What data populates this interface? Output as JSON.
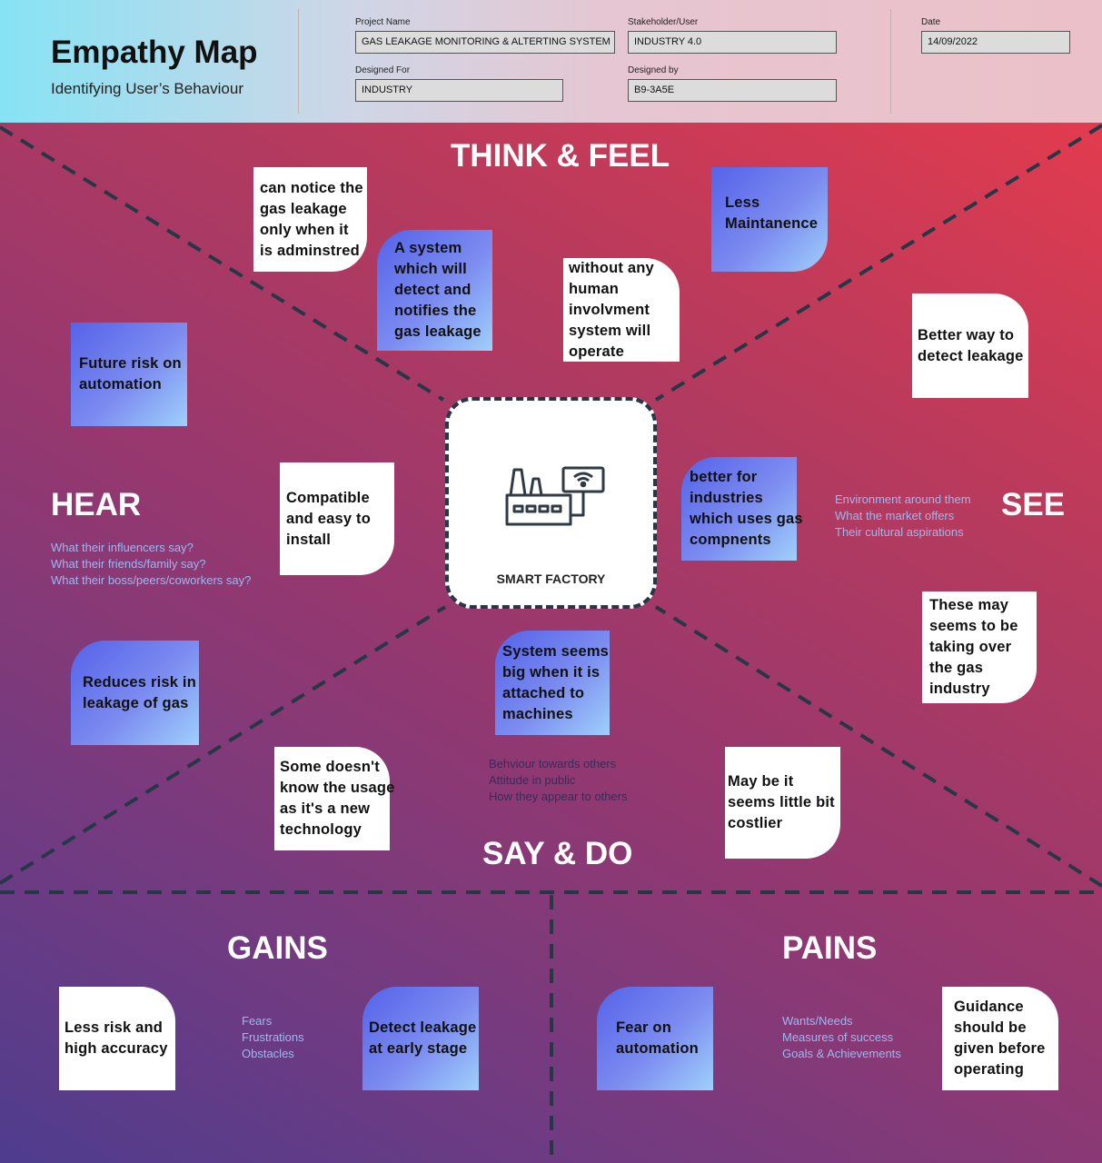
{
  "header": {
    "title": "Empathy Map",
    "subtitle": "Identifying User’s Behaviour",
    "fields": {
      "project_name": {
        "label": "Project Name",
        "value": "GAS LEAKAGE MONITORING & ALTERTING SYSTEM"
      },
      "stakeholder": {
        "label": "Stakeholder/User",
        "value": "INDUSTRY 4.0"
      },
      "date": {
        "label": "Date",
        "value": "14/09/2022"
      },
      "designed_for": {
        "label": "Designed For",
        "value": "INDUSTRY"
      },
      "designed_by": {
        "label": "Designed by",
        "value": "B9-3A5E"
      }
    }
  },
  "center": {
    "label": "SMART FACTORY",
    "icon": "factory-icon"
  },
  "quadrants": {
    "think_feel": "THINK & FEEL",
    "hear": "HEAR",
    "see": "SEE",
    "say_do": "SAY & DO",
    "gains": "GAINS",
    "pains": "PAINS"
  },
  "hints": {
    "hear": [
      "What their influencers say?",
      "What their friends/family say?",
      "What their boss/peers/coworkers say?"
    ],
    "see": [
      "Environment around them",
      "What the market offers",
      "Their cultural aspirations"
    ],
    "say_do": [
      "Behviour towards others",
      "Attitude in public",
      "How they appear to others"
    ],
    "gains": [
      "Fears",
      "Frustrations",
      "Obstacles"
    ],
    "pains": [
      "Wants/Needs",
      "Measures of success",
      "Goals & Achievements"
    ]
  },
  "notes": {
    "think_feel": [
      {
        "lines": [
          "can notice the",
          "gas leakage",
          "only when it",
          "is adminstred"
        ]
      },
      {
        "lines": [
          "A system",
          "which will",
          "detect and",
          "notifies the",
          "gas leakage"
        ]
      },
      {
        "lines": [
          "without any",
          "human",
          "involvment",
          "system will",
          "operate"
        ]
      },
      {
        "lines": [
          "Less",
          "Maintanence"
        ]
      }
    ],
    "hear": [
      {
        "lines": [
          "Future risk on",
          "automation"
        ]
      },
      {
        "lines": [
          "Compatible",
          "and easy to",
          "install"
        ]
      },
      {
        "lines": [
          "Reduces risk in",
          "leakage of gas"
        ]
      }
    ],
    "see": [
      {
        "lines": [
          "Better way to",
          "detect leakage"
        ]
      },
      {
        "lines": [
          "better for",
          "industries",
          "which uses gas",
          "compnents"
        ]
      },
      {
        "lines": [
          "These may",
          "seems to be",
          "taking over",
          "the gas",
          "industry"
        ]
      }
    ],
    "say_do": [
      {
        "lines": [
          "System seems",
          "big  when it is",
          "attached to",
          "machines"
        ]
      },
      {
        "lines": [
          "Some doesn't",
          "know the usage",
          "as it's a new",
          "technology"
        ]
      },
      {
        "lines": [
          "May be it",
          "seems little bit",
          "costlier"
        ]
      }
    ],
    "gains": [
      {
        "lines": [
          "Less risk and",
          "high accuracy"
        ]
      },
      {
        "lines": [
          "Detect leakage",
          "at early stage"
        ]
      }
    ],
    "pains": [
      {
        "lines": [
          "Fear on",
          "automation"
        ]
      },
      {
        "lines": [
          "Guidance",
          "should be",
          "given before",
          "operating"
        ]
      }
    ]
  }
}
